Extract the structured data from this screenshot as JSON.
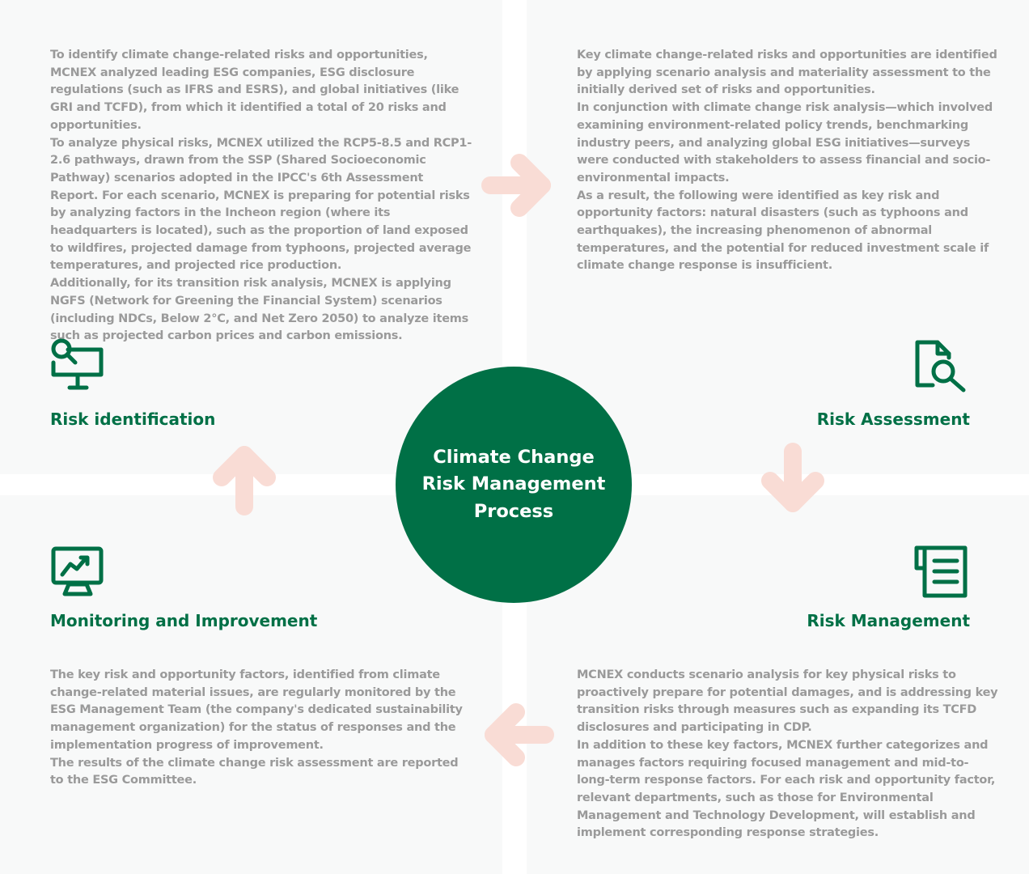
{
  "center": {
    "title_lines": [
      "Climate Change",
      "Risk Management",
      "Process"
    ]
  },
  "steps": {
    "identification": {
      "heading": "Risk identification",
      "icon": "monitor-search-icon",
      "paragraphs": [
        "To identify climate change-related risks and opportunities, MCNEX analyzed leading ESG companies, ESG disclosure regulations (such as IFRS and ESRS), and global initiatives (like GRI and TCFD), from which it identified a total of 20 risks and opportunities.",
        "To analyze physical risks, MCNEX utilized the RCP5-8.5 and RCP1-2.6 pathways, drawn from the SSP (Shared Socioeconomic Pathway) scenarios adopted in the IPCC's 6th Assessment Report. For each scenario, MCNEX is preparing for potential risks by analyzing factors in the Incheon region (where its headquarters is located), such as the proportion of land exposed to wildfires, projected damage from typhoons, projected average temperatures, and projected rice production.",
        "Additionally, for its transition risk analysis, MCNEX is applying NGFS (Network for Greening the Financial System) scenarios (including NDCs, Below 2°C, and Net Zero 2050) to analyze items such as projected carbon prices and carbon emissions."
      ]
    },
    "assessment": {
      "heading": "Risk Assessment",
      "icon": "document-search-icon",
      "paragraphs": [
        "Key climate change-related risks and opportunities are identified by applying scenario analysis and materiality assessment to the initially derived set of risks and opportunities.",
        "In conjunction with climate change risk analysis—which involved examining environment-related policy trends, benchmarking industry peers, and analyzing global ESG initiatives—surveys were conducted with stakeholders to assess financial and socio-environmental impacts.",
        "As a result, the following were identified as key risk and opportunity factors: natural disasters (such as typhoons and earthquakes), the increasing phenomenon of abnormal temperatures, and the potential for reduced investment scale if climate change response is insufficient."
      ]
    },
    "management": {
      "heading": "Risk Management",
      "icon": "scroll-list-icon",
      "paragraphs": [
        "MCNEX conducts scenario analysis for key physical risks to proactively prepare for potential damages, and is addressing key transition risks through measures such as expanding its TCFD disclosures and participating in CDP.",
        "In addition to these key factors, MCNEX further categorizes and manages factors requiring focused management and mid-to-long-term response factors. For each risk and opportunity factor, relevant departments, such as those for Environmental Management and Technology Development, will establish and implement corresponding response strategies."
      ]
    },
    "monitoring": {
      "heading": "Monitoring and Improvement",
      "icon": "monitor-chart-icon",
      "paragraphs": [
        "The key risk and opportunity factors, identified from climate change-related material issues, are regularly monitored by the ESG Management Team (the company's dedicated sustainability management organization) for the status of responses and the implementation progress of improvement.",
        "The results of the climate change risk assessment are reported to the ESG Committee."
      ]
    }
  },
  "colors": {
    "accent": "#007046",
    "body_text": "#9a9a9a",
    "panel_bg": "#f8f9f9",
    "arrow": "#f9dcd5"
  }
}
